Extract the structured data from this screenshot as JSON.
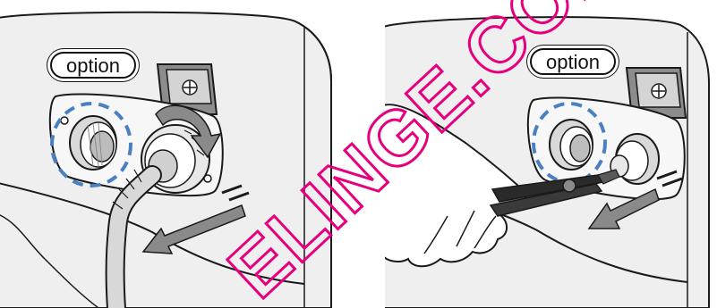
{
  "panels": [
    {
      "name": "left",
      "option_label": "option"
    },
    {
      "name": "right",
      "option_label": "option"
    }
  ],
  "watermark": {
    "text": "ELINGE.COM"
  },
  "colors": {
    "outline": "#1a1a1a",
    "panel_fill": "#ececec",
    "shadow": "#9a9a9a",
    "dashed_circle": "#4a80c0",
    "arrow": "#6b6b6b",
    "watermark": "#e6007e"
  },
  "icons": [
    "rotate-arrow-icon",
    "pull-arrow-icon",
    "screw-icon",
    "pliers-icon",
    "hand-icon"
  ]
}
